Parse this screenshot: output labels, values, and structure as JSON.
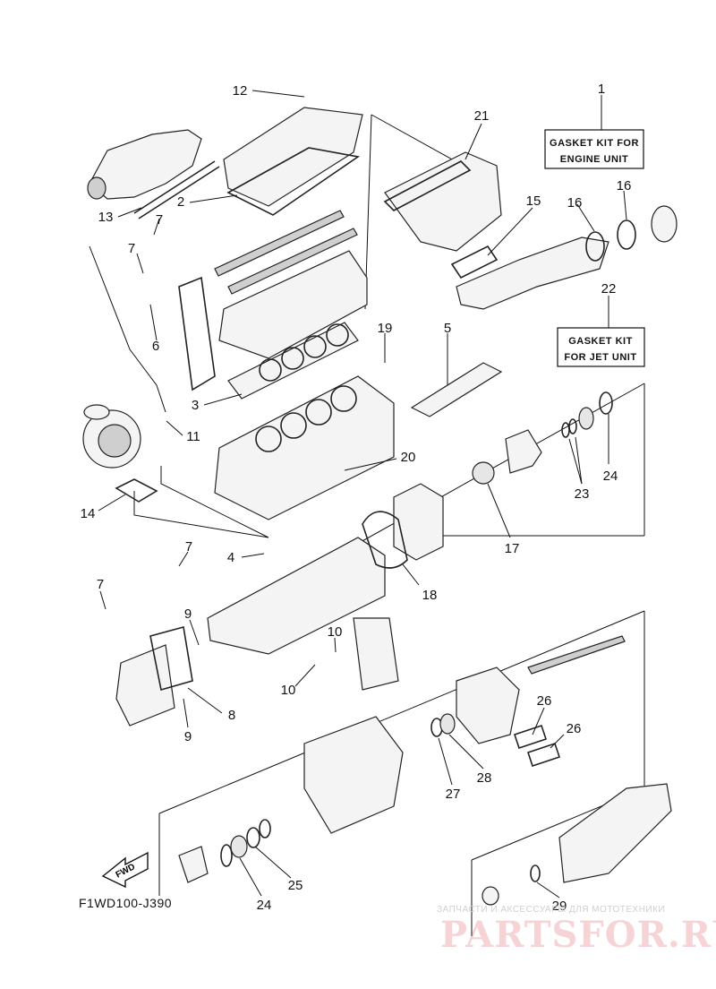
{
  "diagram": {
    "drawing_code": "F1WD100-J390",
    "boxes": {
      "engine_kit": [
        "GASKET KIT FOR",
        "ENGINE UNIT"
      ],
      "jet_kit": [
        "GASKET KIT",
        "FOR JET UNIT"
      ]
    },
    "fwd_label": "FWD",
    "callouts": [
      "1",
      "2",
      "3",
      "4",
      "5",
      "6",
      "7",
      "7",
      "7",
      "7",
      "8",
      "9",
      "9",
      "10",
      "10",
      "11",
      "12",
      "13",
      "14",
      "15",
      "16",
      "16",
      "17",
      "18",
      "19",
      "20",
      "21",
      "22",
      "23",
      "24",
      "24",
      "25",
      "26",
      "26",
      "27",
      "28",
      "29"
    ]
  },
  "watermark": {
    "tagline": "ЗАПЧАСТИ И АКСЕССУАРЫ ДЛЯ МОТОТЕХНИКИ",
    "logo": "PARTSFOR.RU"
  }
}
